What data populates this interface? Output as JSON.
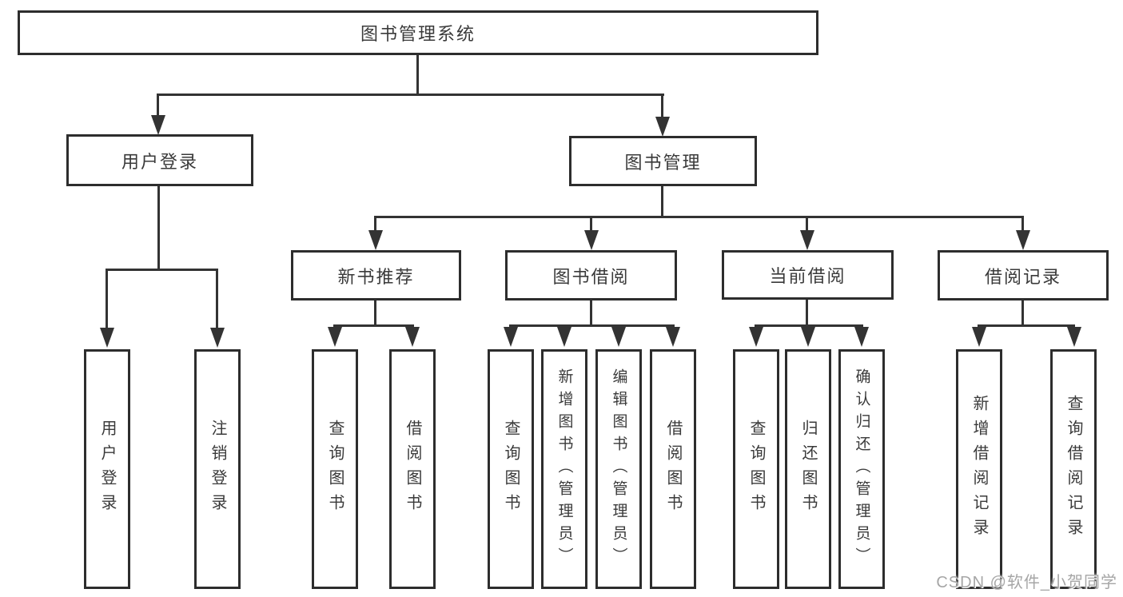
{
  "diagram": {
    "root": {
      "label": "图书管理系统"
    },
    "level2": [
      {
        "label": "用户登录"
      },
      {
        "label": "图书管理"
      }
    ],
    "level3": [
      {
        "label": "新书推荐"
      },
      {
        "label": "图书借阅"
      },
      {
        "label": "当前借阅"
      },
      {
        "label": "借阅记录"
      }
    ],
    "leaves": {
      "user": [
        {
          "label": "用户登录"
        },
        {
          "label": "注销登录"
        }
      ],
      "recommend": [
        {
          "label": "查询图书"
        },
        {
          "label": "借阅图书"
        }
      ],
      "borrow": [
        {
          "label": "查询图书"
        },
        {
          "label": "新增图书（管理员）"
        },
        {
          "label": "编辑图书（管理员）"
        },
        {
          "label": "借阅图书"
        }
      ],
      "current": [
        {
          "label": "查询图书"
        },
        {
          "label": "归还图书"
        },
        {
          "label": "确认归还（管理员）"
        }
      ],
      "records": [
        {
          "label": "新增借阅记录"
        },
        {
          "label": "查询借阅记录"
        }
      ]
    },
    "colors": {
      "line": "#333333",
      "border": "#2d2d2d",
      "text": "#3a3a3a",
      "background": "#ffffff",
      "watermark": "#a6a6a6"
    }
  },
  "watermark": {
    "text": "CSDN @软件_小贺同学"
  }
}
